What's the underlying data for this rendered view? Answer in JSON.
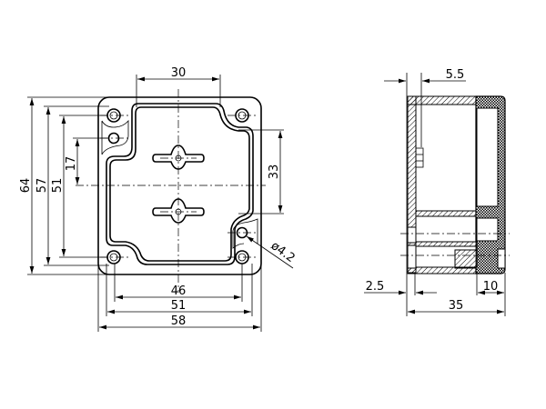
{
  "drawing": {
    "front_view": {
      "dimensions": {
        "top_width": "30",
        "overall_height": "64",
        "hole_height": "57",
        "inner_height": "51",
        "hole_offset": "17",
        "right_height": "33",
        "hole_spacing": "46",
        "inner_width": "51",
        "overall_width": "58",
        "hole_diameter": "ø4.2"
      }
    },
    "side_view": {
      "dimensions": {
        "top_offset": "5.5",
        "wall_thickness": "2.5",
        "lid_depth": "10",
        "overall_depth": "35"
      }
    }
  }
}
